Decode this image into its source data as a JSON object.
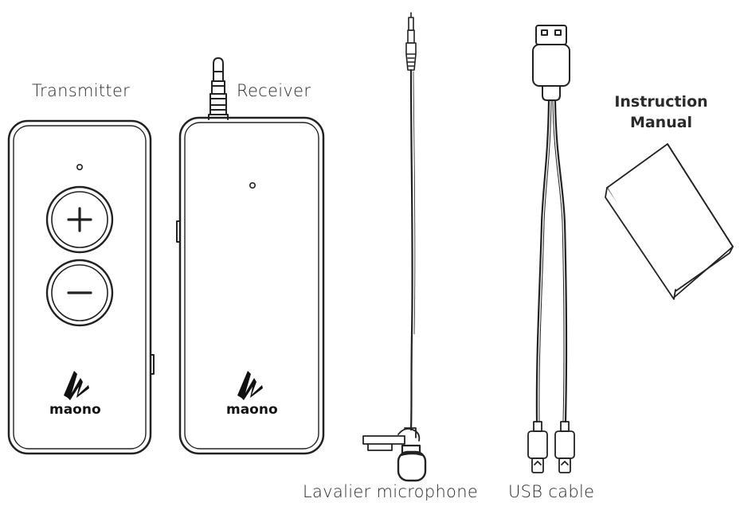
{
  "labels": {
    "transmitter": "Transmitter",
    "receiver": "Receiver",
    "lavalier": "Lavalier microphone",
    "usb": "USB cable",
    "manual_line1": "Instruction",
    "manual_line2": "Manual"
  },
  "brand": {
    "logo_text": "maono"
  },
  "icons": {
    "plus": "plus-icon",
    "minus": "minus-icon",
    "led": "led-indicator-icon"
  },
  "colors": {
    "stroke": "#222222",
    "fill": "#ffffff"
  }
}
